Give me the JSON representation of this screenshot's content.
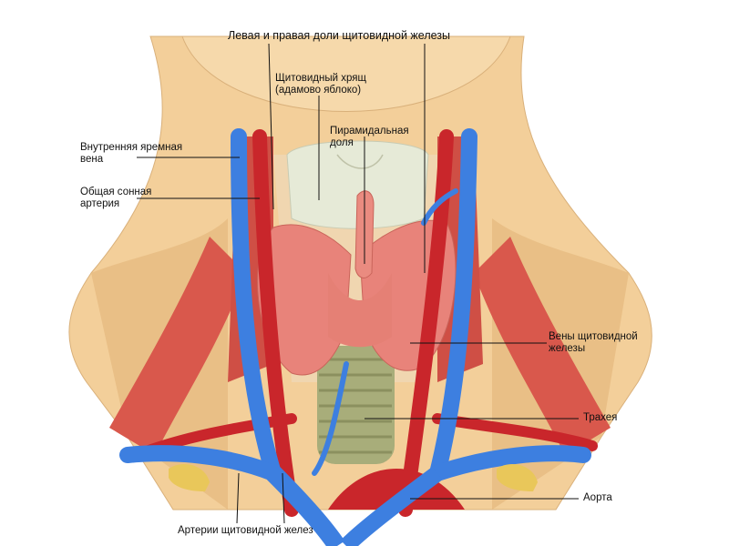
{
  "labels": {
    "top_lobes": "Левая и правая доли щитовидной железы",
    "thyroid_cartilage": "Щитовидный хрящ\n(адамово яблоко)",
    "pyramidal_lobe": "Пирамидальная\nдоля",
    "internal_jugular": "Внутренняя яремная\nвена",
    "common_carotid": "Общая сонная\nартерия",
    "thyroid_veins": "Вены щитовидной\nжелезы",
    "trachea": "Трахея",
    "aorta": "Аорта",
    "thyroid_arteries": "Артерии щитовидной желез"
  },
  "colors": {
    "skin": "#f3cf9a",
    "skin_shadow": "#e2b77e",
    "muscle": "#d9584c",
    "gland": "#e8837a",
    "vein": "#3d7fe0",
    "artery": "#c9262b",
    "trachea": "#a8ad7a",
    "cartilage": "#e6ead7",
    "bone": "#e9c75a"
  }
}
